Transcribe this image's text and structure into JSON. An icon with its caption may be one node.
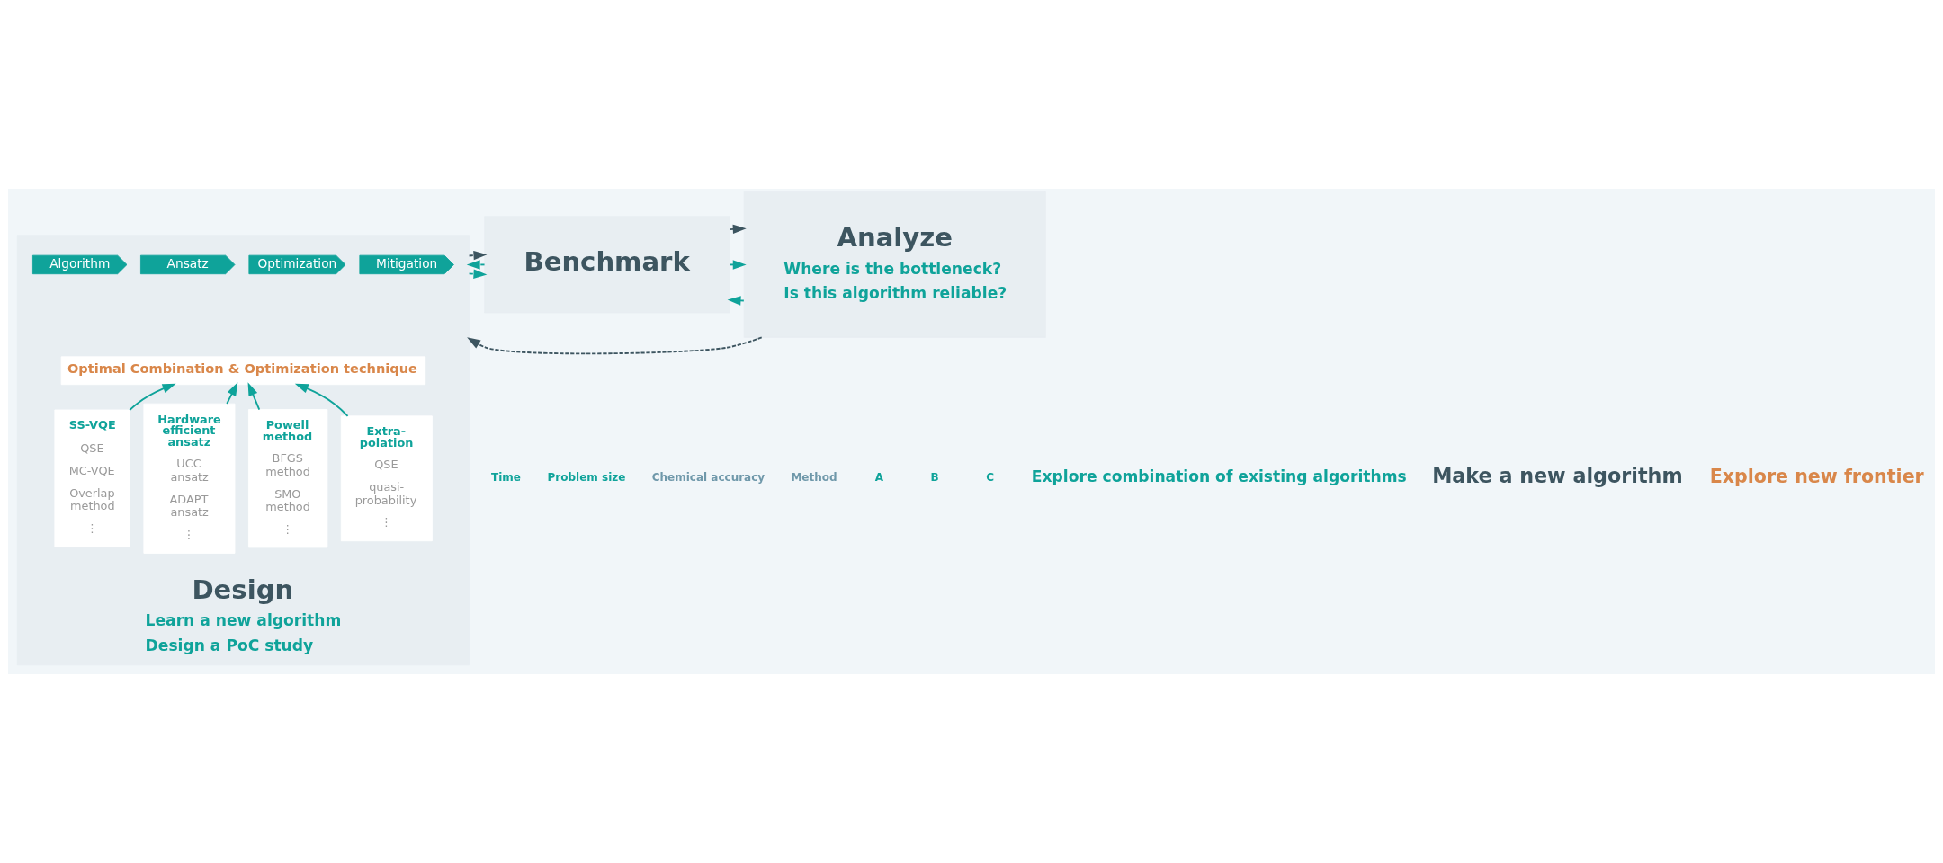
{
  "diagram": {
    "nodes": [
      {
        "text": [
          "Design",
          "Learn a new algorithm",
          "Design a PoC study"
        ]
      },
      {
        "text": [
          "Benchmark"
        ]
      },
      {
        "text": [
          "Analyze",
          "Where is the bottleneck?",
          "Is this algorithm reliable?"
        ]
      },
      {
        "text": [
          "Algorithm"
        ],
        "in": 0
      },
      {
        "text": [
          "Ansatz"
        ],
        "in": 0
      },
      {
        "text": [
          "Optimization"
        ],
        "in": 0
      },
      {
        "text": [
          "Mitigation"
        ],
        "in": 0
      },
      {
        "text": [
          "Optimal Combination & Optimization technique"
        ],
        "in": 0
      },
      {
        "text": [
          "SS-VQE",
          "QSE",
          "MC-VQE",
          "Overlap method",
          "⋮"
        ],
        "in": 0
      },
      {
        "text": [
          "Hardware efficient ansatz",
          "UCC ansatz",
          "ADAPT ansatz",
          "⋮"
        ],
        "in": 0
      },
      {
        "text": [
          "Powell method",
          "BFGS method",
          "SMO method",
          "⋮"
        ],
        "in": 0
      },
      {
        "text": [
          "Extra- polation",
          "QSE",
          "quasi- probability",
          "⋮"
        ],
        "in": 0
      }
    ],
    "edges": [
      {
        "from": 0,
        "to": 1,
        "arrow": "to",
        "style": "dashed",
        "color": "#3d5560"
      },
      {
        "from": 1,
        "to": 2,
        "arrow": "to",
        "style": "dashed",
        "color": "#3d5560"
      },
      {
        "from": 2,
        "to": 0,
        "arrow": "to",
        "style": "dashed",
        "color": "#3d5560"
      },
      {
        "from": 0,
        "to": 1,
        "arrow": "to",
        "style": "dashed",
        "color": "#0fa39a"
      },
      {
        "from": 1,
        "to": 2,
        "arrow": "to",
        "style": "dashed",
        "color": "#0fa39a"
      },
      {
        "from": 2,
        "to": 1,
        "arrow": "to",
        "style": "dashed",
        "color": "#0fa39a"
      },
      {
        "from": 1,
        "to": 0,
        "arrow": "to",
        "style": "dashed",
        "color": "#0fa39a"
      },
      {
        "from": 8,
        "to": 7,
        "arrow": "to",
        "color": "#0fa39a"
      },
      {
        "from": 9,
        "to": 7,
        "arrow": "to",
        "color": "#0fa39a"
      },
      {
        "from": 10,
        "to": 7,
        "arrow": "to",
        "color": "#0fa39a"
      },
      {
        "from": 11,
        "to": 7,
        "arrow": "to",
        "color": "#0fa39a"
      }
    ],
    "labels": [
      "Time",
      "Problem size",
      "Chemical accuracy",
      "Method",
      "A",
      "B",
      "C",
      "Explore combination of existing algorithms",
      "Make a new algorithm",
      "Explore new frontier"
    ]
  }
}
